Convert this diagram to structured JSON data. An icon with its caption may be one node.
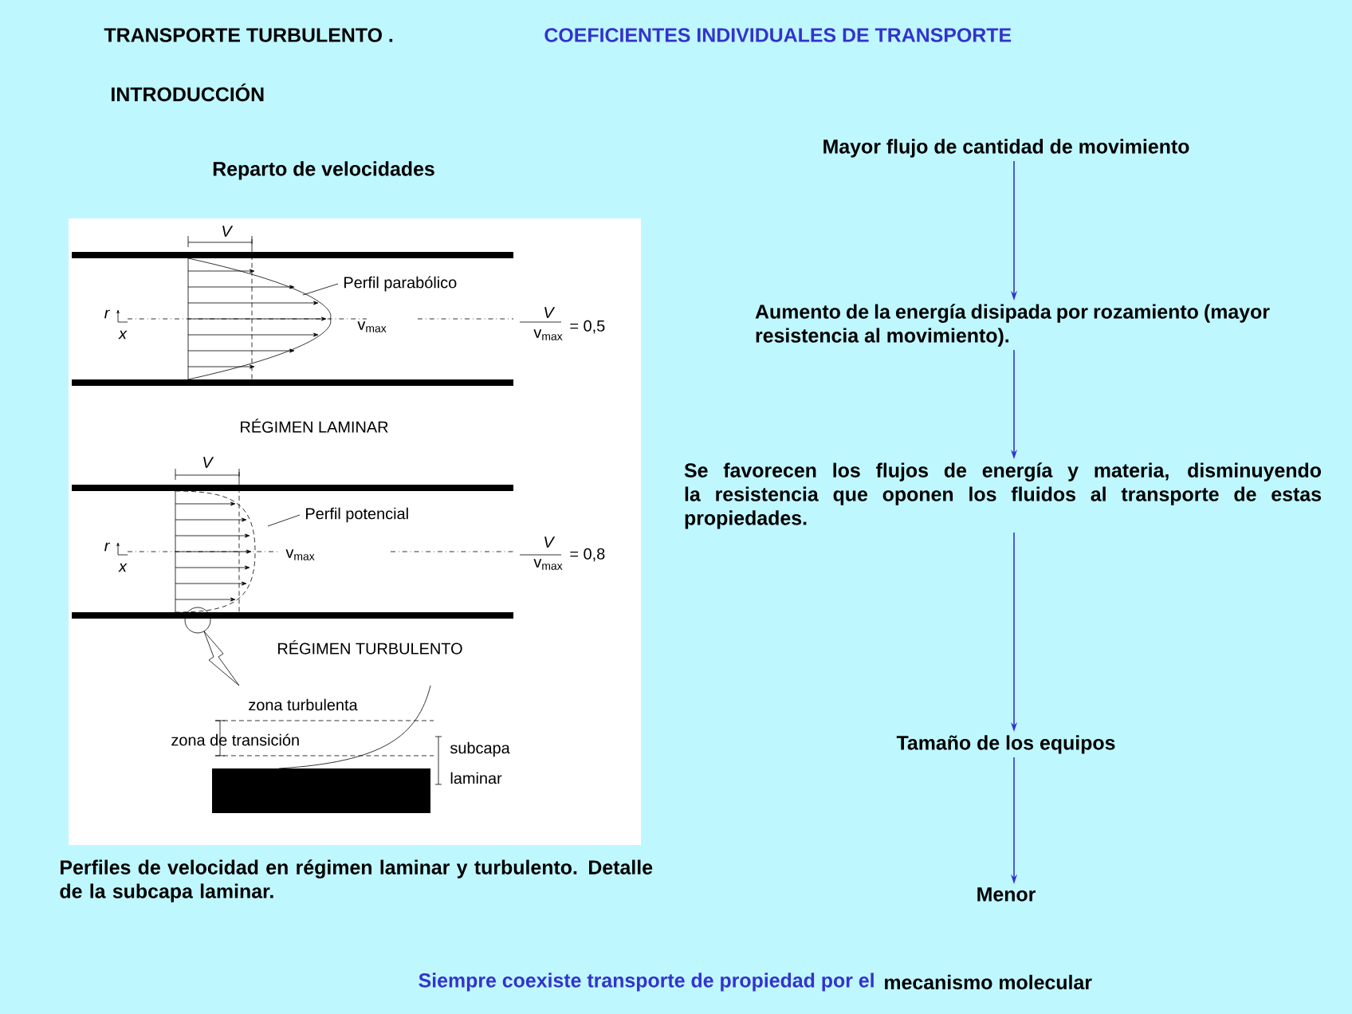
{
  "diagram": {
    "caption": "Perfiles de velocidad en régimen laminar y turbulento. Detalle de la subcapa laminar.",
    "nodes": [
      {
        "text": [
          "Mayor flujo de cantidad de movimiento"
        ]
      },
      {
        "text": [
          "Aumento de la energía disipada por rozamiento (mayor resistencia al movimiento)."
        ]
      },
      {
        "text": [
          "Se favorecen los flujos de energía y materia, disminuyendo la resistencia que oponen los fluidos al transporte de estas propiedades."
        ]
      },
      {
        "text": [
          "Tamaño de los equipos"
        ]
      },
      {
        "text": [
          "Menor"
        ]
      }
    ],
    "edges": [
      {
        "from": 0,
        "to": 1,
        "arrow": "to"
      },
      {
        "from": 1,
        "to": 2,
        "arrow": "to"
      },
      {
        "from": 2,
        "to": 3,
        "arrow": "to"
      },
      {
        "from": 3,
        "to": 4,
        "arrow": "to"
      }
    ],
    "labels": [
      "TRANSPORTE TURBULENTO .",
      "COEFICIENTES INDIVIDUALES DE TRANSPORTE",
      "INTRODUCCIÓN",
      "Reparto de velocidades",
      "V",
      "Perfil parabólico",
      "r",
      "x",
      "v$_{max}$",
      "V",
      "v$_{max}$",
      "= 0,5",
      "RÉGIMEN LAMINAR",
      "V",
      "Perfil potencial",
      "r",
      "x",
      "v$_{max}$",
      "V",
      "v$_{max}$",
      "= 0,8",
      "RÉGIMEN TURBULENTO",
      "zona turbulenta",
      "zona de transición",
      "subcapa",
      "laminar",
      "Siempre coexiste transporte de propiedad por el",
      "mecanismo molecular"
    ]
  }
}
